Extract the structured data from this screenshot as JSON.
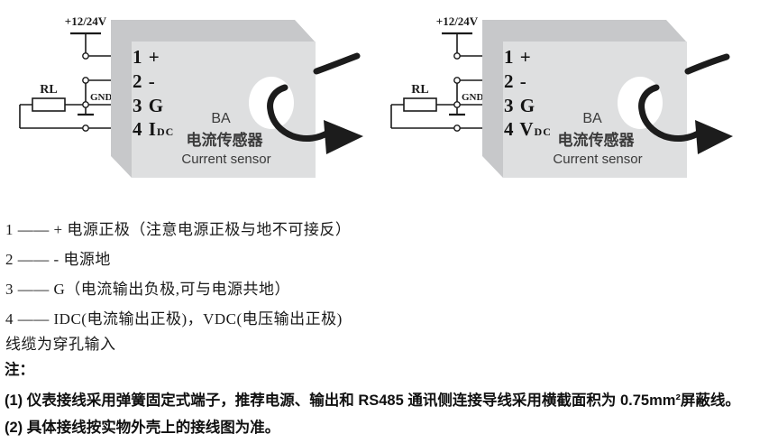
{
  "diagrams": [
    {
      "power_label": "+12/24V",
      "gnd_label": "GND",
      "resistor_label": "RL",
      "terminals": [
        {
          "label": "1 +"
        },
        {
          "label": "2 -"
        },
        {
          "label": "3 G"
        },
        {
          "label": "4 I",
          "sub": "DC"
        }
      ],
      "device": {
        "line1": "BA",
        "line2": "电流传感器",
        "line3": "Current sensor"
      }
    },
    {
      "power_label": "+12/24V",
      "gnd_label": "GND",
      "resistor_label": "RL",
      "terminals": [
        {
          "label": "1 +"
        },
        {
          "label": "2 -"
        },
        {
          "label": "3 G"
        },
        {
          "label": "4 V",
          "sub": "DC"
        }
      ],
      "device": {
        "line1": "BA",
        "line2": "电流传感器",
        "line3": "Current sensor"
      }
    }
  ],
  "legend": {
    "lines": [
      "1 —— + 电源正极（注意电源正极与地不可接反）",
      "2 —— - 电源地",
      "3 —— G（电流输出负极,可与电源共地）",
      "4 —— IDC(电流输出正极)，VDC(电压输出正极)",
      "线缆为穿孔输入"
    ]
  },
  "notes": {
    "heading": "注：",
    "items": [
      "(1) 仪表接线采用弹簧固定式端子，推荐电源、输出和 RS485 通讯侧连接导线采用横截面积为 0.75mm²屏蔽线。",
      "(2) 具体接线按实物外壳上的接线图为准。"
    ]
  },
  "colors": {
    "box_side": "#c7c8ca",
    "box_front": "#dedfe0",
    "wire": "#1a1a1a",
    "cable": "#1c1c1c"
  }
}
